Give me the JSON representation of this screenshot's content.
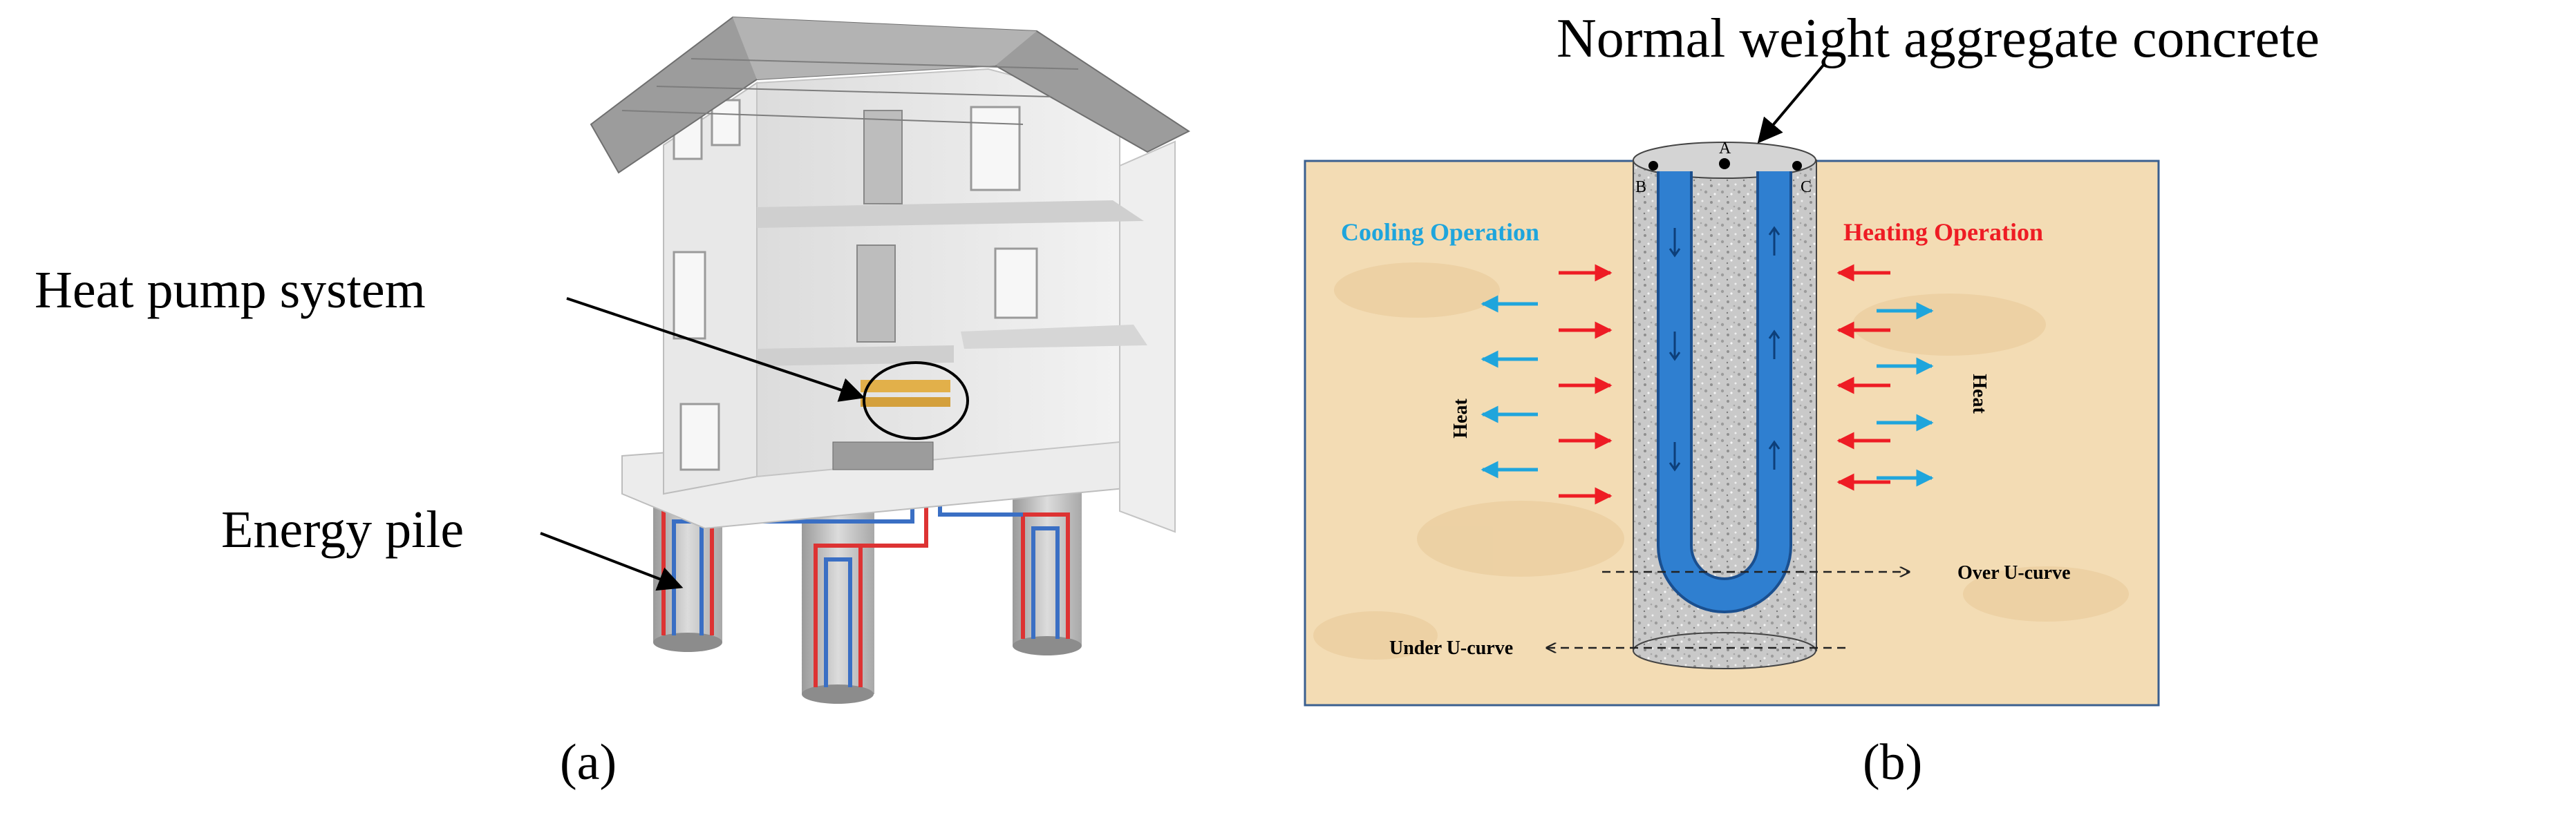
{
  "panel_a": {
    "label": "(a)",
    "callouts": {
      "heat_pump": "Heat pump system",
      "energy_pile": "Energy pile"
    }
  },
  "panel_b": {
    "label": "(b)",
    "title": "Normal weight aggregate concrete",
    "cooling": "Cooling Operation",
    "heating": "Heating Operation",
    "heat_left": "Heat",
    "heat_right": "Heat",
    "over_u": "Over U-curve",
    "under_u": "Under U-curve",
    "points": [
      "A",
      "B",
      "C"
    ]
  },
  "colors": {
    "soil": "#f3dcb4",
    "pipe": "#2f7fd0",
    "red_arrow": "#ee1c24",
    "blue_arrow": "#1fa5dc",
    "cooling_text": "#1fa5dc",
    "heating_text": "#ee1c24"
  }
}
